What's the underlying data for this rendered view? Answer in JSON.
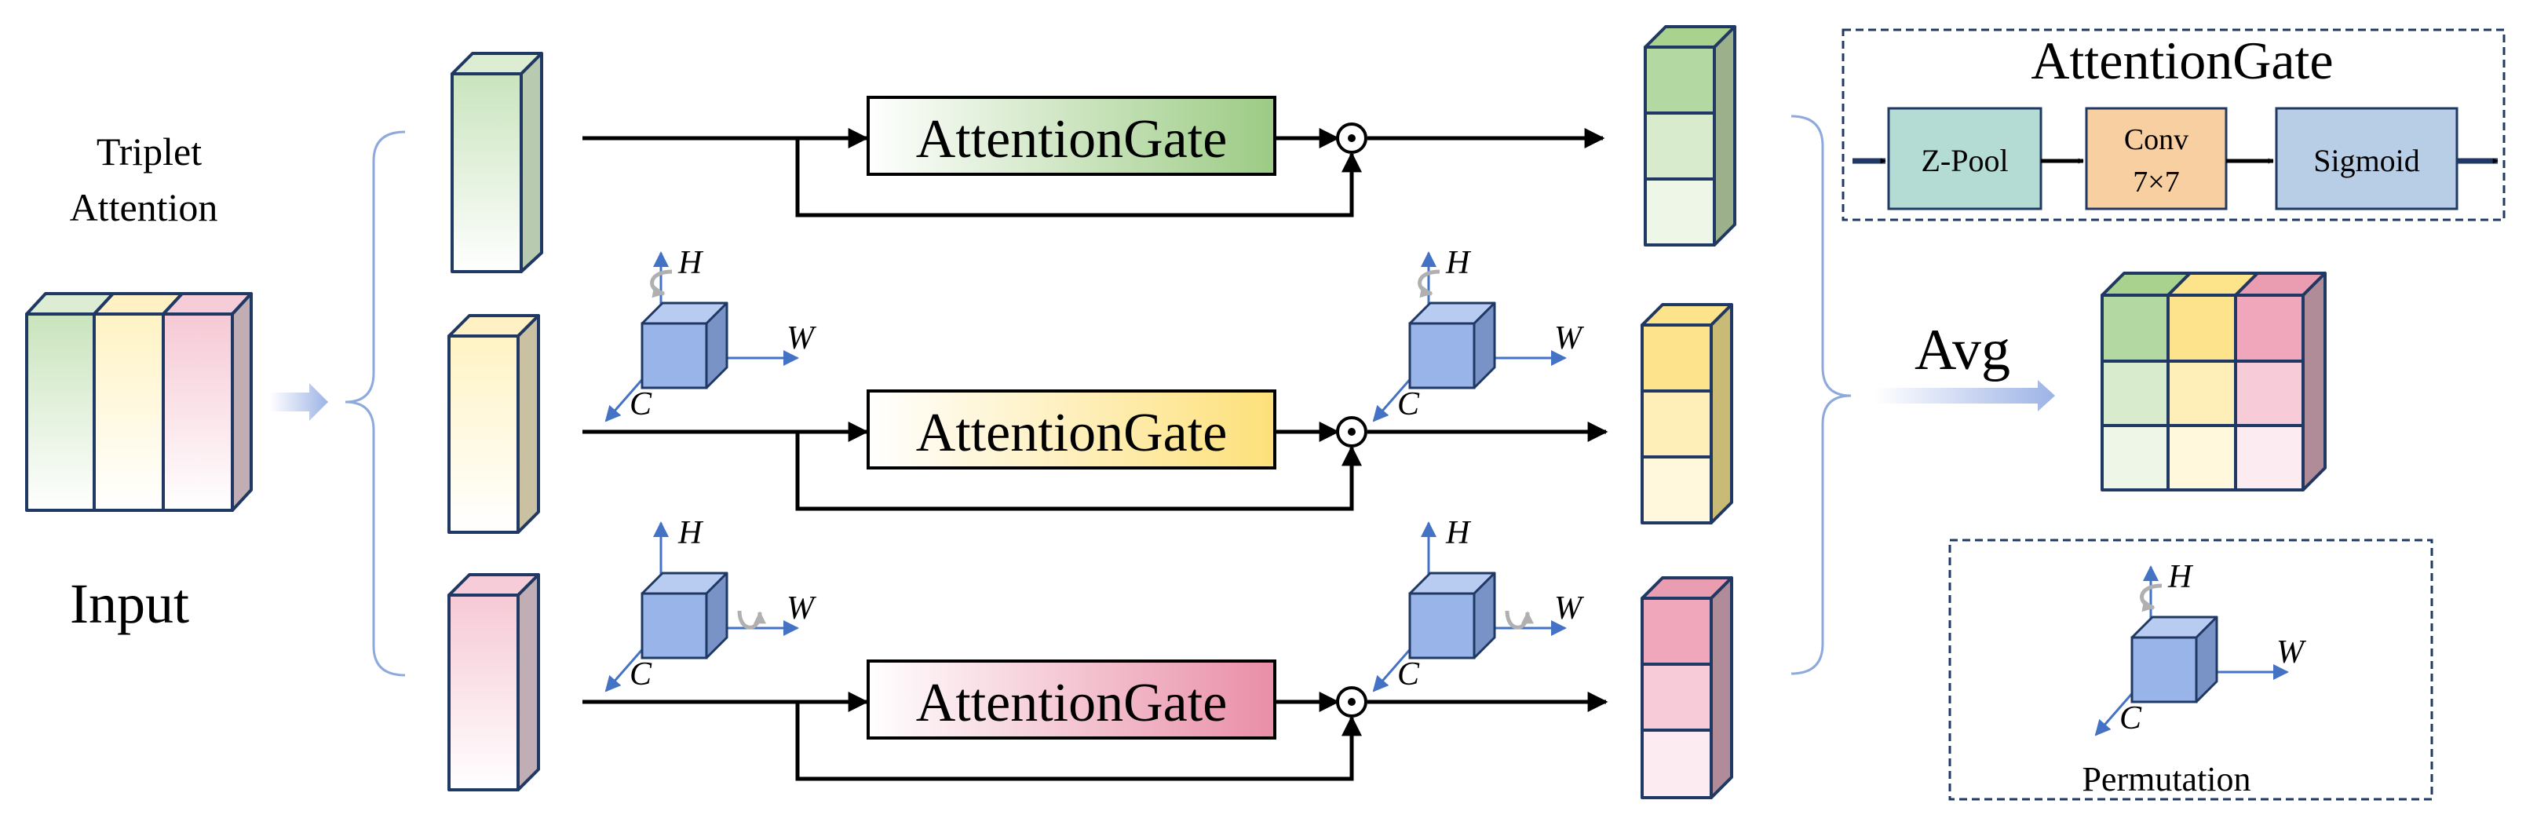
{
  "labels": {
    "triplet_line1": "Triplet",
    "triplet_line2": "Attention",
    "input": "Input",
    "avg": "Avg",
    "gate_title": "AttentionGate",
    "z_pool": "Z-Pool",
    "conv_line1": "Conv",
    "conv_line2": "7×7",
    "sigmoid": "Sigmoid",
    "permutation": "Permutation"
  },
  "branches": [
    {
      "gate_label": "AttentionGate",
      "accent": "#9ccb84"
    },
    {
      "gate_label": "AttentionGate",
      "accent": "#fde07a"
    },
    {
      "gate_label": "AttentionGate",
      "accent": "#e98ea7"
    }
  ],
  "axes": {
    "h": "H",
    "w": "W",
    "c": "C"
  },
  "colors": {
    "line": "#000000",
    "box_blue": "#98b4e8",
    "axis_blue": "#4472c4",
    "zpool_fill": "#b4dcd4",
    "conv_fill": "#f8cfa0",
    "sigmoid_fill": "#b8cde6",
    "dashed_border": "#1f3864",
    "bracket": "#8ea9db"
  }
}
